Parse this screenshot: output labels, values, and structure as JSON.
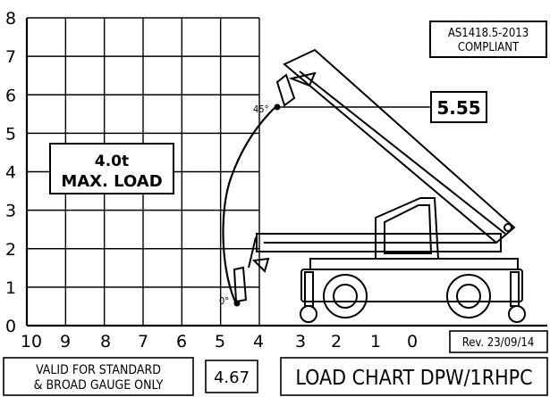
{
  "chart_data": {
    "type": "load-chart",
    "x_ticks": [
      "10",
      "9",
      "8",
      "7",
      "6",
      "5",
      "4",
      "3",
      "2",
      "1",
      "0"
    ],
    "y_ticks": [
      "0",
      "1",
      "2",
      "3",
      "4",
      "5",
      "6",
      "7",
      "8"
    ],
    "xlim": [
      0,
      10
    ],
    "ylim": [
      0,
      8
    ],
    "grid": true,
    "max_load_line1": "4.0t",
    "max_load_line2": "MAX. LOAD",
    "height_value": "5.55",
    "reach_value": "4.67",
    "angle_top": "45°",
    "angle_bottom": "0°",
    "compliance_line1": "AS1418.5-2013",
    "compliance_line2": "COMPLIANT",
    "revision": "Rev. 23/09/14",
    "validity_line1": "VALID FOR STANDARD",
    "validity_line2": "& BROAD GAUGE ONLY",
    "title": "LOAD CHART DPW/1RHPC"
  }
}
